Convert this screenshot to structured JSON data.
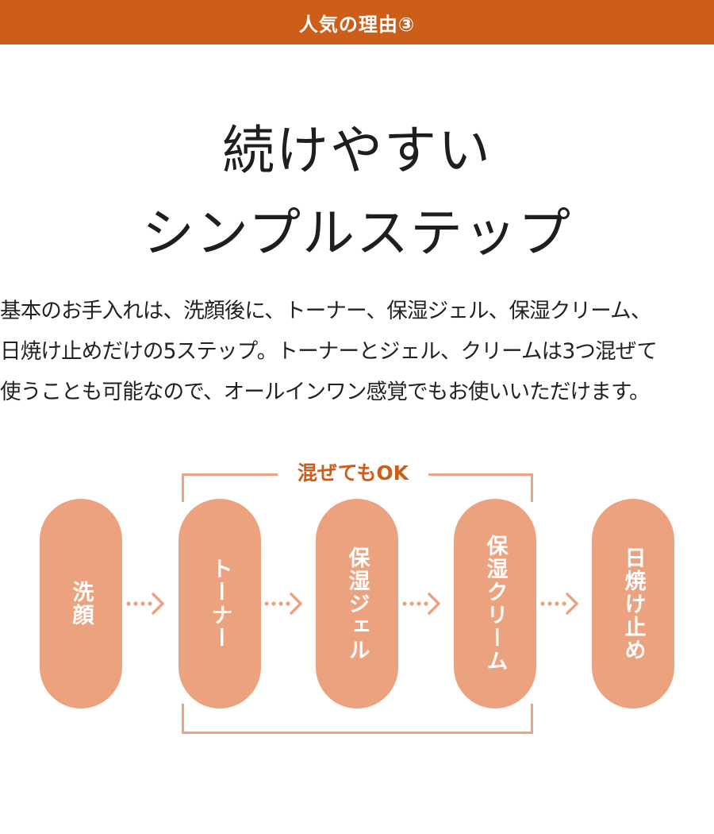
{
  "banner": {
    "title": "人気の理由③"
  },
  "headline": {
    "line1": "続けやすい",
    "line2": "シンプルステップ"
  },
  "description": {
    "lines": [
      "基本のお手入れは、洗顔後に、トーナー、保湿ジェル、保湿クリーム、",
      "日焼け止めだけの5ステップ。トーナーとジェル、クリームは3つ混ぜて",
      "使うことも可能なので、オールインワン感覚でもお使いいただけます。"
    ]
  },
  "steps": {
    "mix_label": "混ぜてもOK",
    "items": [
      {
        "label": "洗顔"
      },
      {
        "label": "トーナー"
      },
      {
        "label": "保湿ジェル"
      },
      {
        "label": "保湿クリーム"
      },
      {
        "label": "日焼け止め"
      }
    ],
    "colors": {
      "pill": "#eca27f",
      "accent": "#cc5e1a",
      "bracket": "#eba583"
    }
  }
}
